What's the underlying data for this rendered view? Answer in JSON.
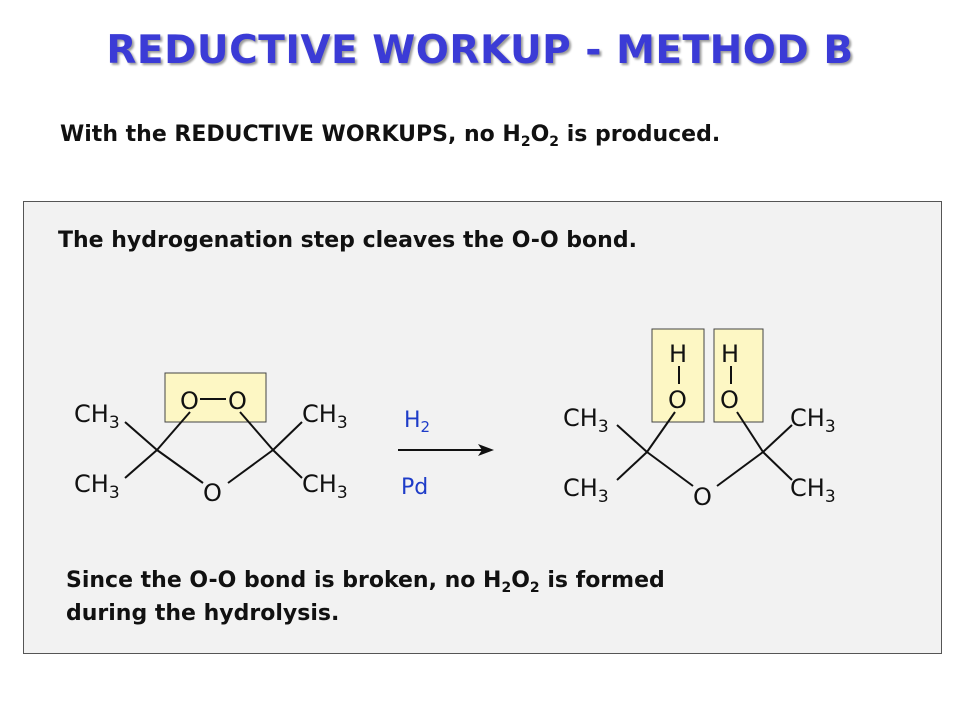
{
  "title": "REDUCTIVE WORKUP - METHOD B",
  "subtitle": {
    "pre": "With the REDUCTIVE WORKUPS, no H",
    "sub1": "2",
    "mid": "O",
    "sub2": "2",
    "post": " is produced."
  },
  "panel": {
    "top_note": "The hydrogenation step cleaves the O-O bond.",
    "bottom_note": {
      "pre": "Since the O-O bond is broken, no H",
      "sub1": "2",
      "mid": "O",
      "sub2": "2",
      "post": " is formed",
      "line2": "during the hydrolysis."
    }
  },
  "reactant": {
    "oo_label": "O—O",
    "o_left": "O",
    "o_right": "O",
    "ring_o": "O",
    "methyls": {
      "ch": "CH",
      "sub": "3"
    }
  },
  "arrow": {
    "reagent_top": "H",
    "reagent_top_sub": "2",
    "reagent_bottom": "Pd"
  },
  "product": {
    "h_left": "H",
    "h_right": "H",
    "o_left": "O",
    "o_right": "O",
    "ring_o": "O",
    "methyls": {
      "ch": "CH",
      "sub": "3"
    }
  },
  "colors": {
    "title": "#3b3bd6",
    "reagent": "#1e3cc8",
    "highlight": "#fdf7c4",
    "panel": "#f2f2f2"
  }
}
